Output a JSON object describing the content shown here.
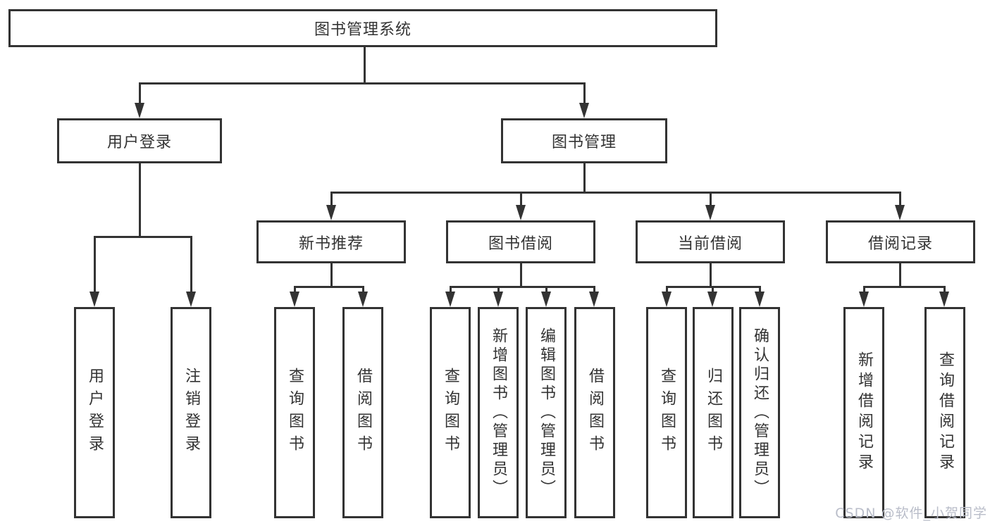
{
  "diagram": {
    "root": {
      "label": "图书管理系统"
    },
    "level2": [
      {
        "label": "用户登录"
      },
      {
        "label": "图书管理"
      }
    ],
    "level3": [
      {
        "label": "新书推荐"
      },
      {
        "label": "图书借阅"
      },
      {
        "label": "当前借阅"
      },
      {
        "label": "借阅记录"
      }
    ],
    "leaves": {
      "login": [
        {
          "label": "用户登录"
        },
        {
          "label": "注销登录"
        }
      ],
      "newbook": [
        {
          "label": "查询图书"
        },
        {
          "label": "借阅图书"
        }
      ],
      "borrow": [
        {
          "label": "查询图书"
        },
        {
          "label": "新增图书（管理员）"
        },
        {
          "label": "编辑图书（管理员）"
        },
        {
          "label": "借阅图书"
        }
      ],
      "current": [
        {
          "label": "查询图书"
        },
        {
          "label": "归还图书"
        },
        {
          "label": "确认归还（管理员）"
        }
      ],
      "records": [
        {
          "label": "新增借阅记录"
        },
        {
          "label": "查询借阅记录"
        }
      ]
    },
    "watermark": "CSDN @软件_小贺同学",
    "colors": {
      "line": "#333333",
      "background": "#ffffff",
      "watermark": "#b9bdc9"
    }
  }
}
